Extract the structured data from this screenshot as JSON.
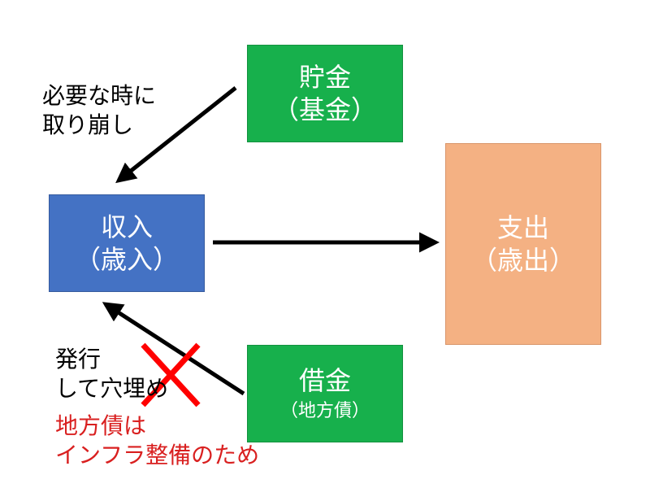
{
  "savings": {
    "main": "貯金",
    "sub": "（基金）"
  },
  "revenue": {
    "main": "収入",
    "sub": "（歳入）"
  },
  "expense": {
    "main": "支出",
    "sub": "（歳出）"
  },
  "debt": {
    "main": "借金",
    "sub": "（地方債）"
  },
  "notes": {
    "withdraw": [
      "必要な時に",
      "取り崩し"
    ],
    "issue": [
      "発行",
      "して穴埋め"
    ],
    "infra": [
      "地方債は",
      "インフラ整備のため"
    ]
  },
  "colors": {
    "savings_fill": "#17b04c",
    "revenue_fill": "#4472c4",
    "expense_fill": "#f4b183",
    "debt_fill": "#17b04c",
    "arrow": "#000000",
    "cross": "#ff0000",
    "infra_text": "#d92020"
  }
}
